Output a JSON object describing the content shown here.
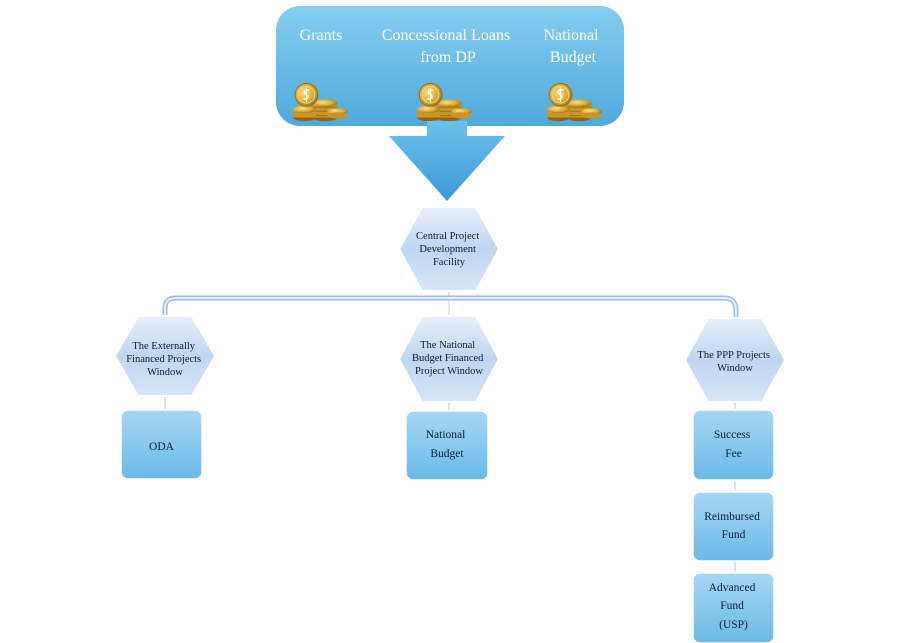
{
  "funding_sources": {
    "grants": [
      "Grants"
    ],
    "concessional_loans": [
      "Concessional Loans",
      "from DP"
    ],
    "national_budget": [
      "National",
      "Budget"
    ]
  },
  "icons": {
    "coins": "gold-coins-icon",
    "arrow": "down-arrow-icon"
  },
  "central": {
    "lines": [
      "Central Project",
      "Development",
      "Facility"
    ]
  },
  "windows": {
    "external": [
      "The Externally",
      "Financed Projects",
      "Window"
    ],
    "national": [
      "The National",
      "Budget Financed",
      "Project Window"
    ],
    "ppp": [
      "The PPP Projects",
      "Window"
    ]
  },
  "boxes": {
    "oda": [
      "ODA"
    ],
    "national_budget": [
      "National",
      "Budget"
    ],
    "success_fee": [
      "Success",
      "Fee"
    ],
    "reimbursed_fund": [
      "Reimbursed",
      "Fund"
    ],
    "advanced_fund": [
      "Advanced",
      "Fund",
      "(USP)"
    ]
  },
  "colors": {
    "banner": "#5bb6e6",
    "box": "#7cc3ec",
    "hex": "#c9dcf3",
    "connector": "#a9c3e6",
    "coin": "#d9a830"
  }
}
